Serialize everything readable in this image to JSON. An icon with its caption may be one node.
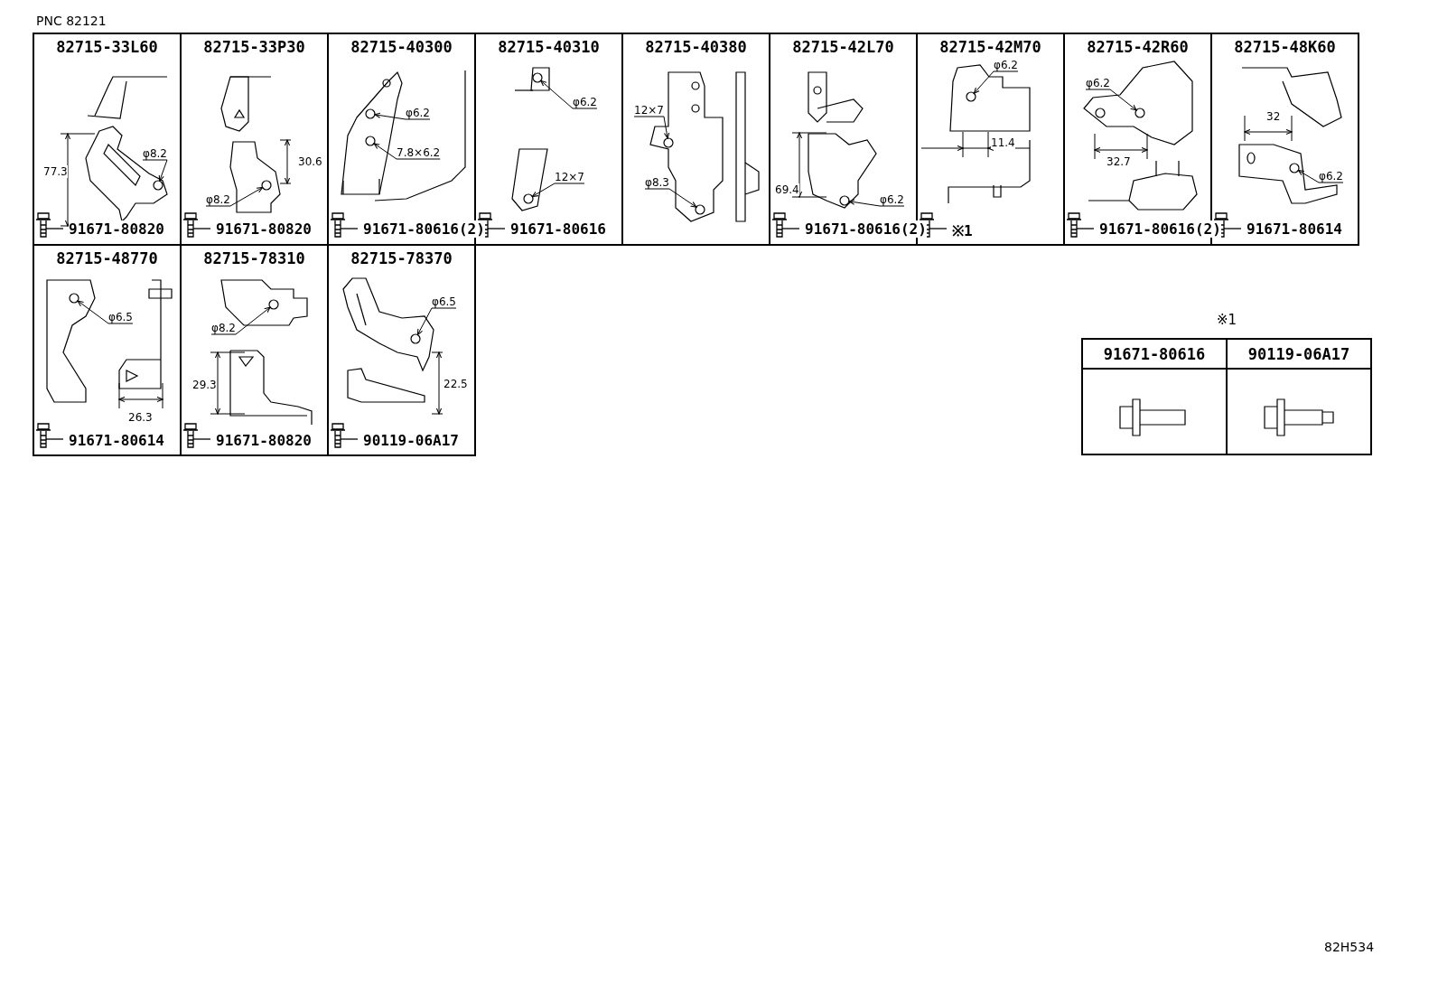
{
  "diagram": {
    "nodes": [
      {
        "text": [
          "82715-33L60",
          "91671-80820"
        ]
      },
      {
        "text": [
          "φ8.2"
        ],
        "in": 0
      },
      {
        "text": [
          "82715-33P30",
          "91671-80820"
        ]
      },
      {
        "text": [
          "φ8.2"
        ],
        "in": 2
      },
      {
        "text": [
          "82715-40300",
          "91671-80616(2)"
        ]
      },
      {
        "text": [
          "φ6.2"
        ],
        "in": 4
      },
      {
        "text": [
          "7.8×6.2"
        ],
        "in": 4
      },
      {
        "text": [
          "82715-40310",
          "91671-80616"
        ]
      },
      {
        "text": [
          "φ6.2"
        ],
        "in": 7
      },
      {
        "text": [
          "12×7"
        ],
        "in": 7
      },
      {
        "text": [
          "82715-40380"
        ]
      },
      {
        "text": [
          "12×7"
        ],
        "in": 10
      },
      {
        "text": [
          "φ8.3"
        ],
        "in": 10
      },
      {
        "text": [
          "82715-42L70",
          "91671-80616(2)"
        ]
      },
      {
        "text": [
          "φ6.2"
        ],
        "in": 13
      },
      {
        "text": [
          "82715-42M70",
          "※1"
        ]
      },
      {
        "text": [
          "φ6.2"
        ],
        "in": 15
      },
      {
        "text": [
          "82715-42R60",
          "91671-80616(2)"
        ]
      },
      {
        "text": [
          "φ6.2"
        ],
        "in": 17
      },
      {
        "text": [
          "82715-48K60",
          "91671-80614"
        ]
      },
      {
        "text": [
          "φ6.2"
        ],
        "in": 19
      },
      {
        "text": [
          "82715-48770",
          "91671-80614"
        ]
      },
      {
        "text": [
          "φ6.5"
        ],
        "in": 21
      },
      {
        "text": [
          "82715-78310",
          "91671-80820"
        ]
      },
      {
        "text": [
          "φ8.2"
        ],
        "in": 23
      },
      {
        "text": [
          "82715-78370",
          "90119-06A17"
        ]
      },
      {
        "text": [
          "φ6.5"
        ],
        "in": 25
      },
      {
        "text": [
          "※1"
        ]
      },
      {
        "text": [
          "91671-80616"
        ],
        "in": 27
      },
      {
        "text": [
          "90119-06A17"
        ],
        "in": 27
      }
    ],
    "edges": [
      {
        "from": 1,
        "to": null,
        "arrow": "to"
      },
      {
        "from": 3,
        "to": null,
        "arrow": "to"
      },
      {
        "from": 5,
        "to": null,
        "arrow": "to"
      },
      {
        "from": 6,
        "to": null,
        "arrow": "to"
      },
      {
        "from": 8,
        "to": null,
        "arrow": "to"
      },
      {
        "from": 9,
        "to": null,
        "arrow": "to"
      },
      {
        "from": 11,
        "to": null,
        "arrow": "to"
      },
      {
        "from": 12,
        "to": null,
        "arrow": "to"
      },
      {
        "from": 14,
        "to": null,
        "arrow": "to"
      },
      {
        "from": 16,
        "to": null,
        "arrow": "to"
      },
      {
        "from": 18,
        "to": null,
        "arrow": "to"
      },
      {
        "from": 20,
        "to": null,
        "arrow": "to"
      },
      {
        "from": 22,
        "to": null,
        "arrow": "to"
      },
      {
        "from": 24,
        "to": null,
        "arrow": "to"
      },
      {
        "from": 26,
        "to": null,
        "arrow": "to"
      }
    ],
    "labels": [
      "PNC 82121",
      "77.3",
      "30.6",
      "69.4",
      "11.4",
      "32.7",
      "32",
      "26.3",
      "29.3",
      "22.5",
      "82H534"
    ]
  }
}
